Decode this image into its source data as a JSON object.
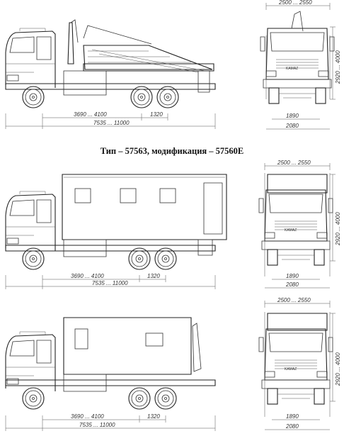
{
  "caption": "Тип – 57563, модификация – 57560E",
  "dims": {
    "width_range": "2500 ... 2550",
    "height_range": "2920 ... 4000",
    "track": "1890",
    "overall_width": "2080",
    "wheelbase": "3690 ... 4100",
    "tandem": "1320",
    "length": "7535 ... 11000"
  },
  "badge": "KAMAZ"
}
